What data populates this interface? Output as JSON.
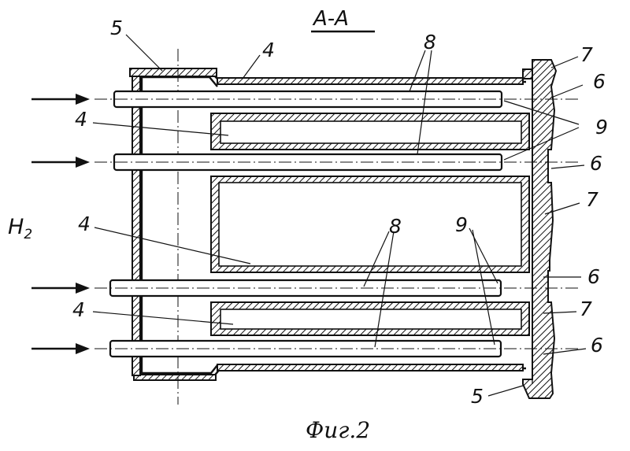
{
  "figure": {
    "section_title": "A-A",
    "caption": "Фиг.2",
    "gas_label": "H",
    "gas_subscript": "2",
    "labels": {
      "l5_top": "5",
      "l4_top": "4",
      "l8_top": "8",
      "l7_top": "7",
      "l6_a": "6",
      "l9_top": "9",
      "l4_a": "4",
      "l6_b": "6",
      "l7_mid": "7",
      "l4_b": "4",
      "l8_mid": "8",
      "l9_mid": "9",
      "l6_c": "6",
      "l4_c": "4",
      "l7_low": "7",
      "l6_d": "6",
      "l5_bot": "5"
    }
  }
}
